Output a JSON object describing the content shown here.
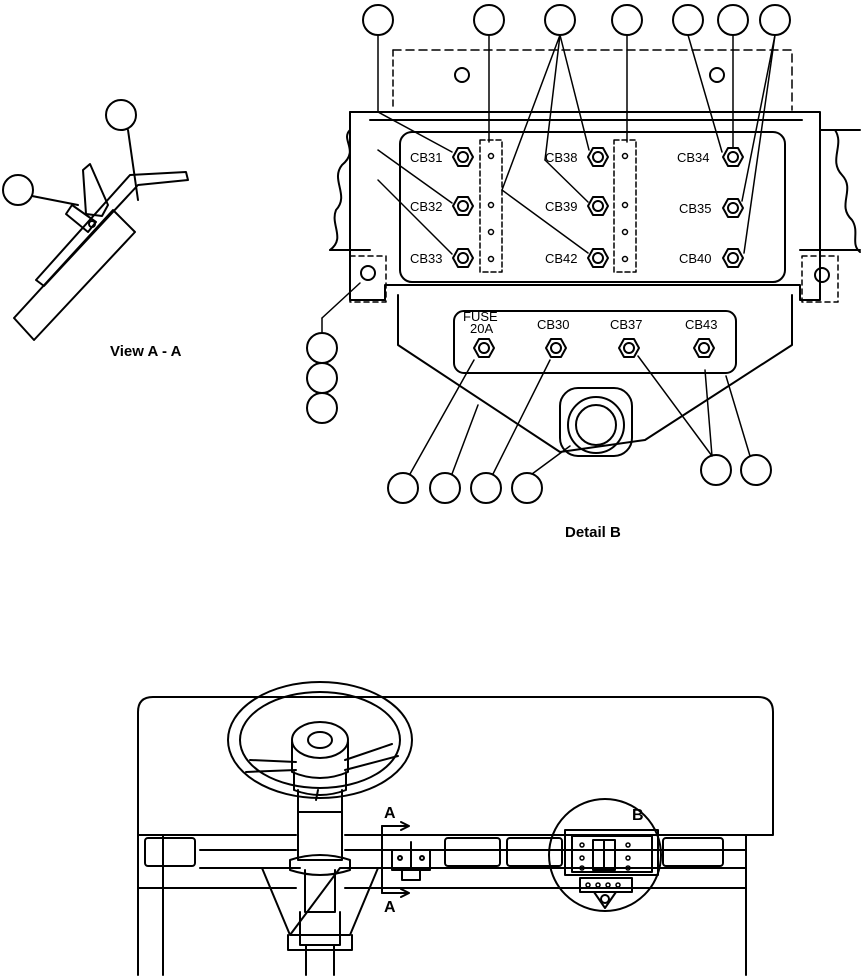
{
  "figure": {
    "view_caption": "View  A  -  A",
    "detail_caption": "Detail  B",
    "section_letter": "A",
    "detail_letter": "B"
  },
  "breakers": {
    "cb31": "CB31",
    "cb32": "CB32",
    "cb33": "CB33",
    "cb38": "CB38",
    "cb39": "CB39",
    "cb42": "CB42",
    "cb34": "CB34",
    "cb35": "CB35",
    "cb40": "CB40",
    "cb30": "CB30",
    "cb37": "CB37",
    "cb43": "CB43"
  },
  "fuse": {
    "line1": "FUSE",
    "line2": "20A"
  }
}
